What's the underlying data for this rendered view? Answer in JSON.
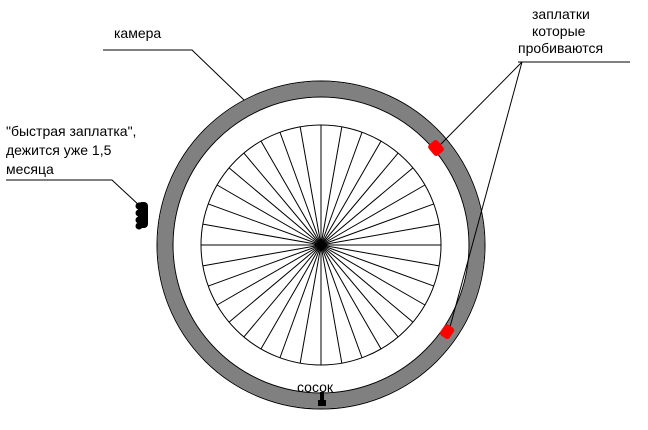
{
  "labels": {
    "camera": "камера",
    "patches_1": "заплатки",
    "patches_2": "которые",
    "patches_3": "пробиваются",
    "quick_1": "\"быстрая заплатка\",",
    "quick_2": "дежится уже 1,5",
    "quick_3": "месяца",
    "valve": "сосок"
  },
  "colors": {
    "tire": "#808080",
    "patch_red": "#ff0000",
    "quick_patch": "#000000",
    "line": "#000000",
    "background": "#ffffff"
  },
  "wheel": {
    "spoke_count": 36
  }
}
